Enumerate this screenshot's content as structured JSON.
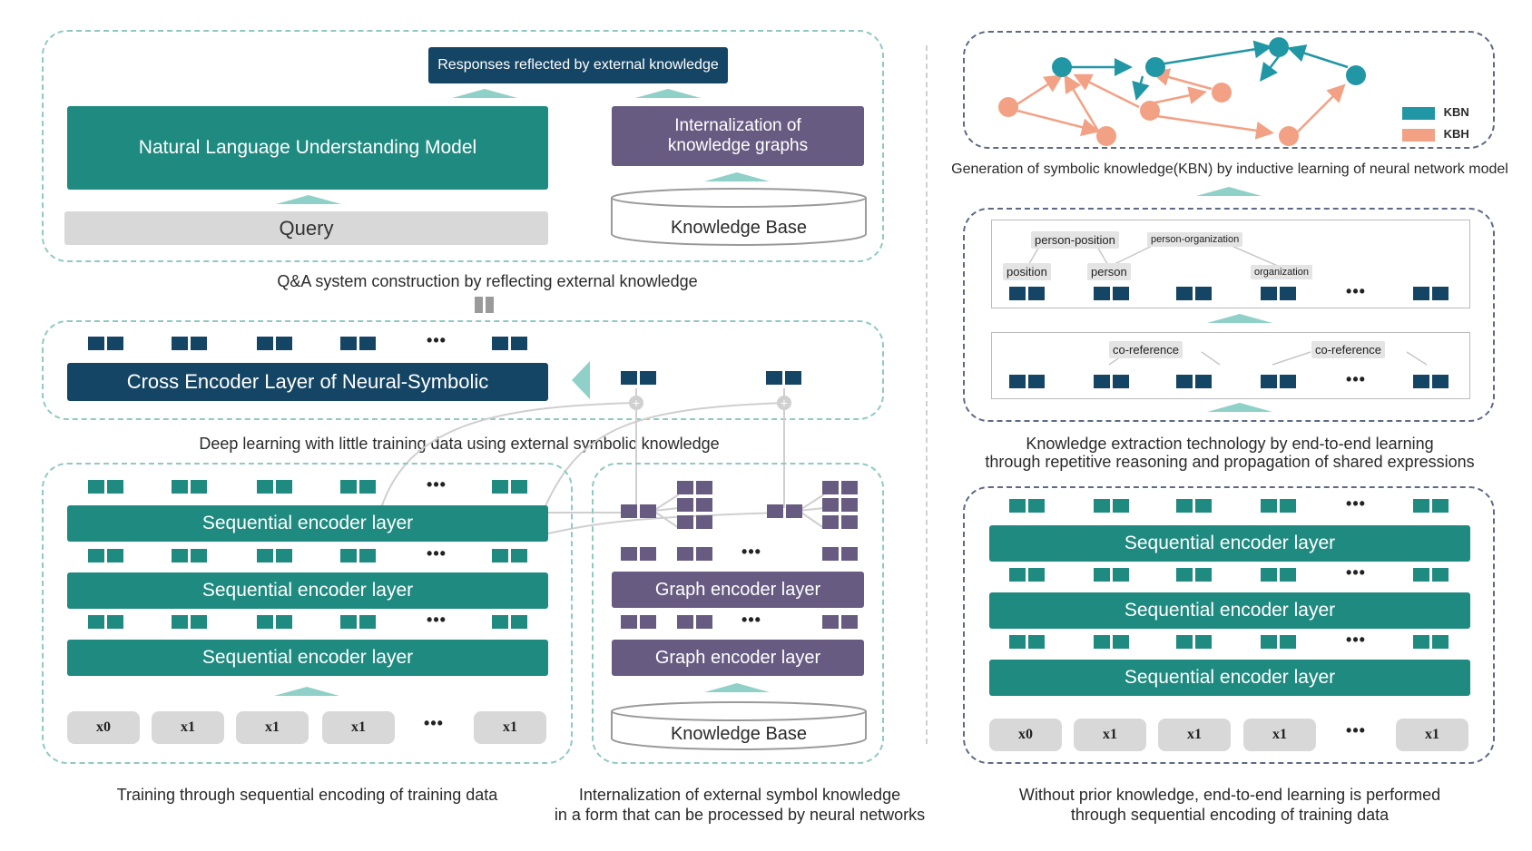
{
  "qa": {
    "responses": "Responses reflected by external knowledge",
    "nlu": "Natural Language Understanding Model",
    "query": "Query",
    "internalization": "Internalization of knowledge graphs",
    "kb": "Knowledge Base",
    "caption": "Q&A system construction by reflecting external knowledge"
  },
  "cross": {
    "label": "Cross Encoder Layer of Neural-Symbolic",
    "caption": "Deep learning with little training data using external symbolic knowledge"
  },
  "seq": {
    "layer": "Sequential encoder layer",
    "inputs": [
      "x0",
      "x1",
      "x1",
      "x1",
      "x1"
    ],
    "caption": "Training through sequential encoding of training data"
  },
  "graph": {
    "layer": "Graph encoder layer",
    "kb": "Knowledge Base",
    "caption_line1": "Internalization of external symbol knowledge",
    "caption_line2": "in a form that can be processed by neural networks"
  },
  "kbn": {
    "legend_kbn": "KBN",
    "legend_kbh": "KBH",
    "caption": "Generation of symbolic knowledge(KBN) by inductive learning of neural network model",
    "colors": {
      "kbn": "#2196a4",
      "kbh": "#f2a184"
    }
  },
  "extraction": {
    "tags_top": [
      "person-position",
      "person-organization"
    ],
    "tags_mid": [
      "position",
      "person",
      "organization"
    ],
    "tags_coref": [
      "co-reference",
      "co-reference"
    ],
    "caption_line1": "Knowledge extraction technology by end-to-end learning",
    "caption_line2": "through repetitive reasoning and propagation of shared expressions"
  },
  "e2e": {
    "layer": "Sequential encoder layer",
    "inputs": [
      "x0",
      "x1",
      "x1",
      "x1",
      "x1"
    ],
    "caption_line1": "Without prior knowledge, end-to-end learning is performed",
    "caption_line2": "through sequential encoding of training data"
  },
  "ellipsis": "•••",
  "colors": {
    "teal": "#1f8a80",
    "navy": "#154565",
    "purple": "#685b82",
    "arrow": "#8fd0c8"
  }
}
